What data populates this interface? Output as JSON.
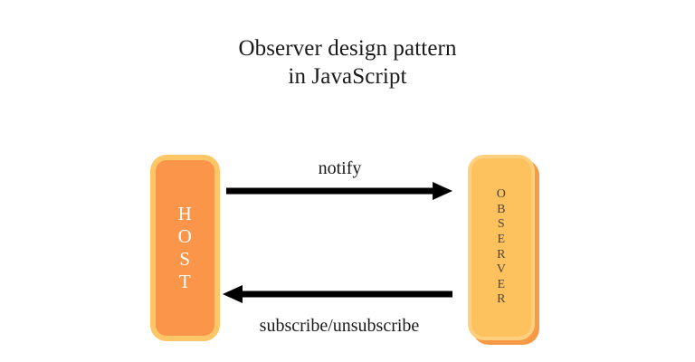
{
  "title": {
    "line1": "Observer design pattern",
    "line2": "in JavaScript"
  },
  "nodes": {
    "host": {
      "name": "HOST",
      "letters": [
        "H",
        "O",
        "S",
        "T"
      ],
      "fill": "#fb9549",
      "border": "#fdc768",
      "text_color": "#ffffff"
    },
    "observer": {
      "name": "OBSERVER",
      "letters": [
        "O",
        "B",
        "S",
        "E",
        "R",
        "V",
        "E",
        "R"
      ],
      "fill": "#fdc25e",
      "border": "#fecf7e",
      "shadow": "#f79a45",
      "text_color": "#4a4540"
    }
  },
  "edges": [
    {
      "id": "notify",
      "label": "notify",
      "from": "host",
      "to": "observer",
      "direction": "right",
      "color": "#000000"
    },
    {
      "id": "subscribe",
      "label": "subscribe/unsubscribe",
      "from": "observer",
      "to": "host",
      "direction": "left",
      "color": "#000000"
    }
  ],
  "background": "#ffffff"
}
